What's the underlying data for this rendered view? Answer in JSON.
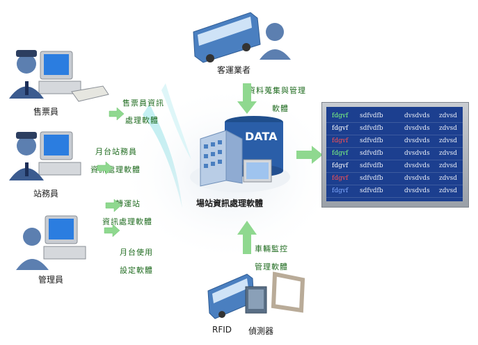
{
  "actors": {
    "ticket_seller": "售票員",
    "station_staff": "站務員",
    "administrator": "管理員",
    "operator": "客運業者"
  },
  "software": {
    "ticket_sw_line1": "售票員資訊",
    "ticket_sw_line2": "處理軟體",
    "platform_sw_line1": "月台站務員",
    "platform_sw_line2": "資訊處理軟體",
    "transfer_sw_line1": "轉運站",
    "transfer_sw_line2": "資訊處理軟體",
    "platform_cfg_line1": "月台使用",
    "platform_cfg_line2": "設定軟體",
    "collect_line1": "資料蒐集與管理",
    "collect_line2": "軟體",
    "vehicle_line1": "車輛監控",
    "vehicle_line2": "管理軟體"
  },
  "center": {
    "db_label": "DATA",
    "title": "場站資訊處理軟體"
  },
  "bottom": {
    "rfid": "RFID",
    "detector": "偵測器"
  },
  "display_board": {
    "rows": [
      {
        "c1": "fdgvf",
        "c2": "sdfvdfb",
        "c3": "dvsdvds",
        "c4": "zdvsd",
        "color": "#7fff7f"
      },
      {
        "c1": "fdgvf",
        "c2": "sdfvdfb",
        "c3": "dvsdvds",
        "c4": "zdvsd",
        "color": "#ffffff"
      },
      {
        "c1": "fdgvf",
        "c2": "sdfvdfb",
        "c3": "dvsdvds",
        "c4": "zdvsd",
        "color": "#ff5050"
      },
      {
        "c1": "fdgvf",
        "c2": "sdfvdfb",
        "c3": "dvsdvds",
        "c4": "zdvsd",
        "color": "#7fff7f"
      },
      {
        "c1": "fdgvf",
        "c2": "sdfvdfb",
        "c3": "dvsdvds",
        "c4": "zdvsd",
        "color": "#ffffff"
      },
      {
        "c1": "fdgvf",
        "c2": "sdfvdfb",
        "c3": "dvsdvds",
        "c4": "zdvsd",
        "color": "#ff5050"
      },
      {
        "c1": "fdgvf",
        "c2": "sdfvdfb",
        "c3": "dvsdvds",
        "c4": "zdvsd",
        "color": "#7fa8ff"
      }
    ]
  },
  "colors": {
    "accent_green": "#1f6b1f",
    "arrow_green": "#8fd88f",
    "building_blue": "#4a7fc0"
  }
}
